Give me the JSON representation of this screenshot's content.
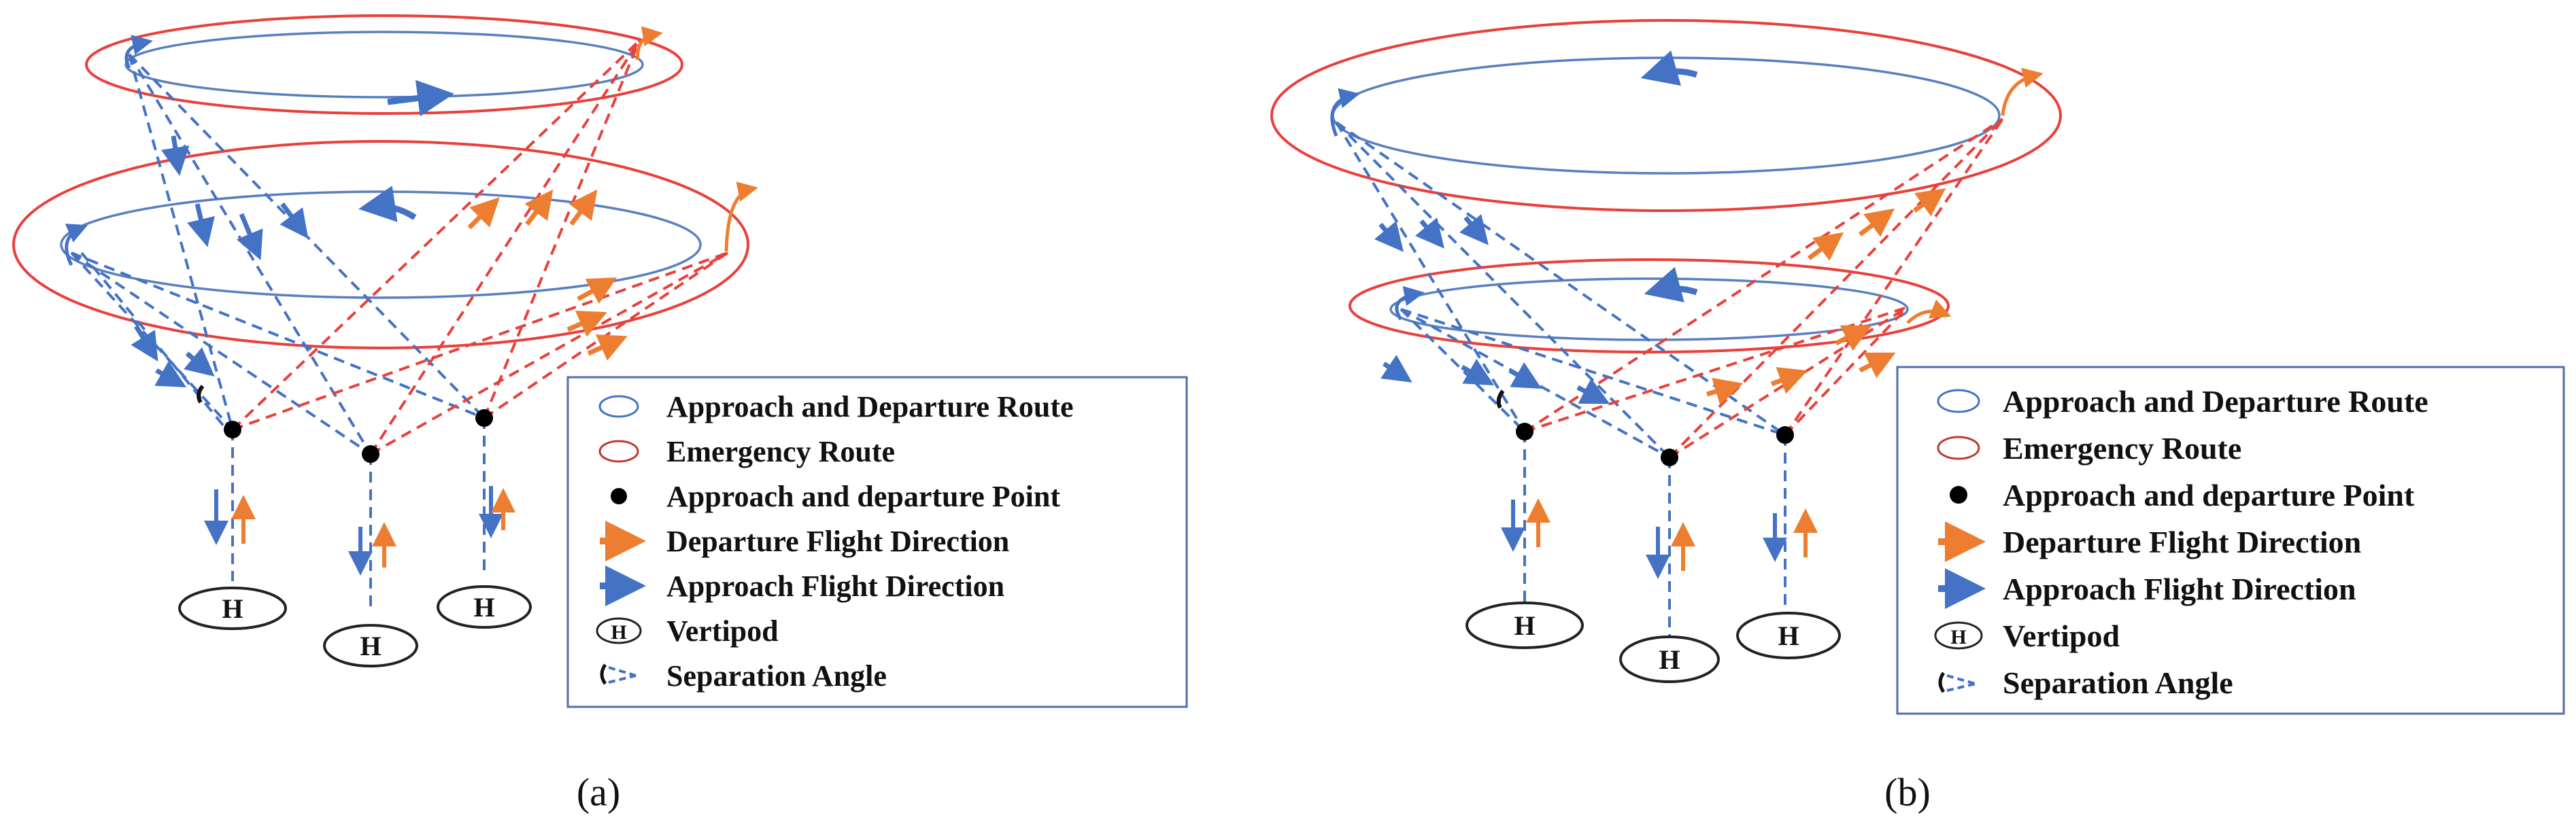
{
  "colors": {
    "approach": "#4472c4",
    "emergency": "#e8413c",
    "departure": "#ed7d31",
    "point": "#000000",
    "legend_border": "#4f6fa8",
    "ink": "#111111"
  },
  "icons": {
    "approach_route": "blue-ellipse-icon",
    "emergency_route": "red-ellipse-icon",
    "point": "black-dot-icon",
    "departure": "orange-arrow-icon",
    "approach": "blue-arrow-icon",
    "vertipod": "h-ellipse-icon",
    "separation": "separation-angle-icon"
  },
  "vertipod_label": "H",
  "panels": [
    {
      "caption": "(a)",
      "legend": [
        "Approach and Departure Route",
        "Emergency Route",
        "Approach and departure Point",
        "Departure Flight Direction",
        "Approach Flight Direction",
        "Vertipod",
        "Separation Angle"
      ]
    },
    {
      "caption": "(b)",
      "legend": [
        "Approach and Departure Route",
        "Emergency Route",
        "Approach and departure Point",
        "Departure Flight Direction",
        "Approach Flight Direction",
        "Vertipod",
        "Separation Angle"
      ]
    }
  ]
}
